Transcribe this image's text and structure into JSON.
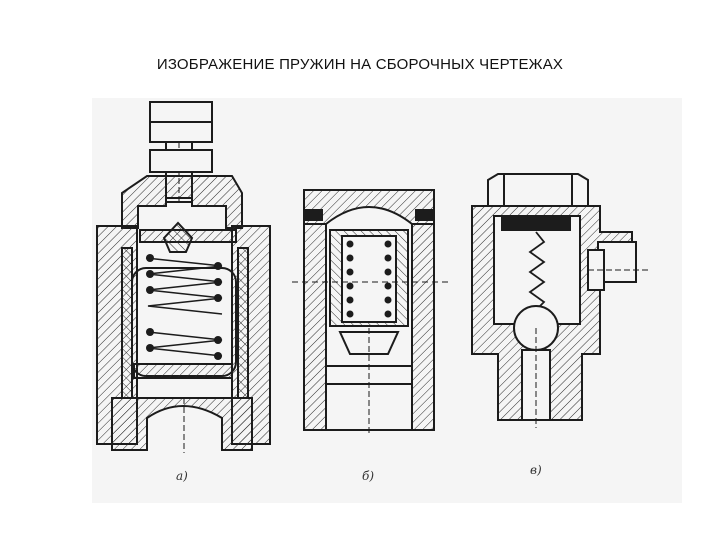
{
  "slide": {
    "title": "ИЗОБРАЖЕНИЕ ПРУЖИН НА СБОРОЧНЫХ ЧЕРТЕЖАХ"
  },
  "figures": [
    {
      "id": "a",
      "caption": "а)"
    },
    {
      "id": "b",
      "caption": "б)"
    },
    {
      "id": "c",
      "caption": "в)"
    }
  ],
  "colors": {
    "line": "#1c1c1c",
    "paper": "#f4f4f4",
    "background": "#ffffff"
  }
}
